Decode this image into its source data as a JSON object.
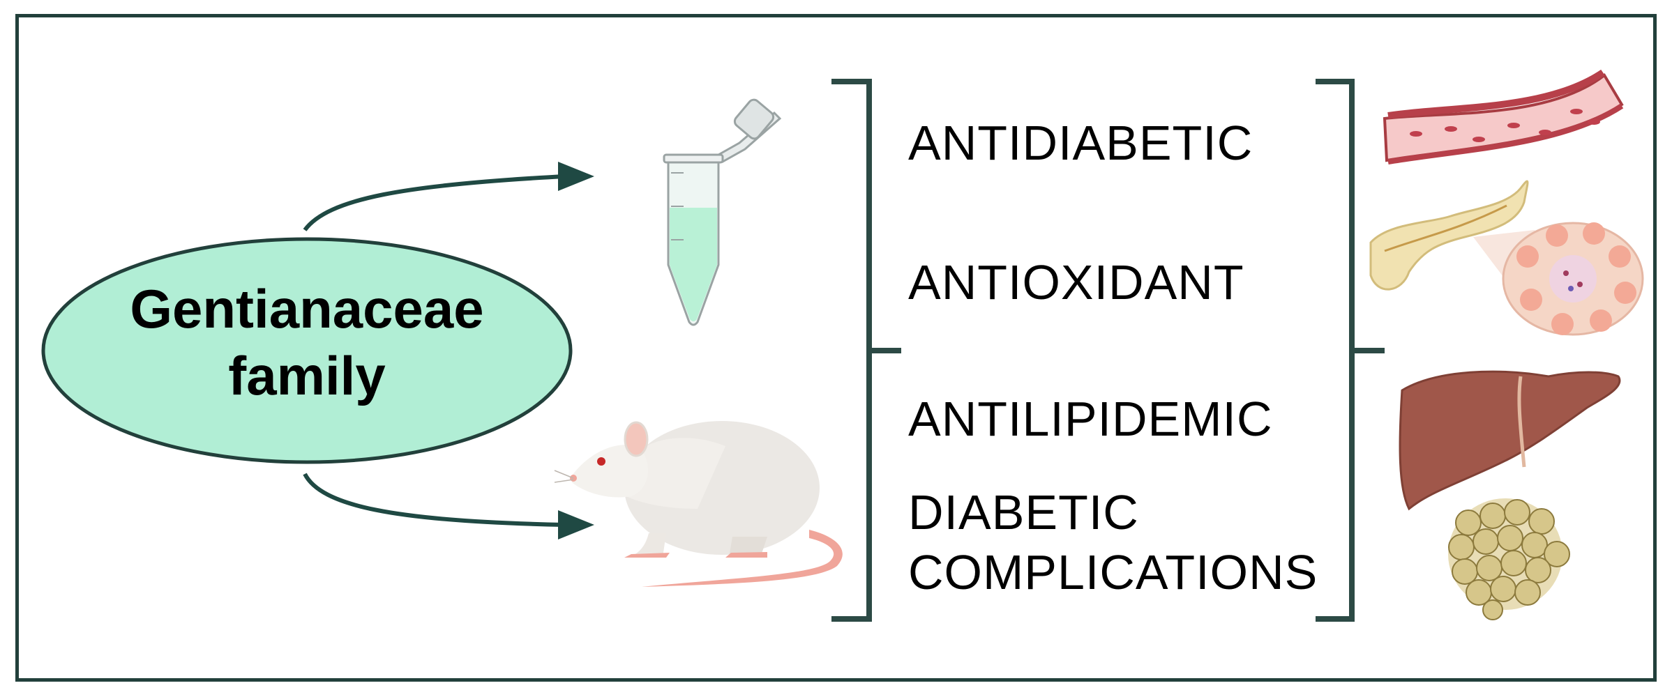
{
  "source": {
    "label_line1": "Gentianaceae",
    "label_line2": "family"
  },
  "effects": [
    {
      "label": "ANTIDIABETIC"
    },
    {
      "label": "ANTIOXIDANT"
    },
    {
      "label": "ANTILIPIDEMIC"
    },
    {
      "label": "DIABETIC\nCOMPLICATIONS"
    }
  ],
  "models": [
    "test-tube-icon",
    "rat-icon"
  ],
  "organs": [
    "blood-vessel-icon",
    "pancreas-icon",
    "liver-icon",
    "adipose-tissue-icon"
  ],
  "colors": {
    "frame": "#22403b",
    "ellipse_fill": "#b1eed5",
    "arrow": "#1f4943",
    "bracket": "#2c4a45",
    "tube_liquid": "#b9f1d6",
    "liver": "#a0574a",
    "adipocyte": "#d6c68a"
  }
}
